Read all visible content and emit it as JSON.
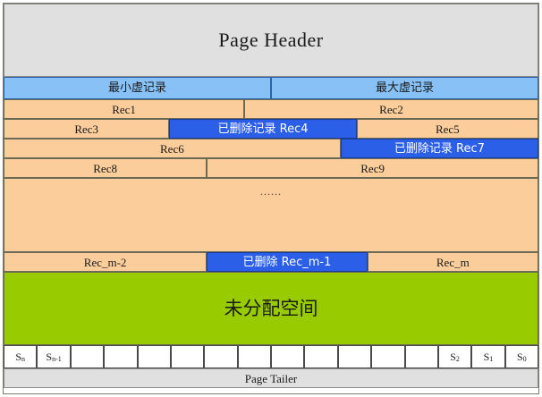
{
  "page": {
    "header_label": "Page Header",
    "tailer_label": "Page Tailer"
  },
  "colors": {
    "header_bg": "#e0e0e0",
    "virtual_record_bg": "#87c1f5",
    "record_bg": "#fbcd9b",
    "deleted_record_bg": "#2b5fe8",
    "free_space_bg": "#99cc00",
    "slot_bg": "#ffffff",
    "border": "#6b6b55"
  },
  "virtual_records": [
    {
      "label": "最小虚记录",
      "width_pct": 50
    },
    {
      "label": "最大虚记录",
      "width_pct": 50
    }
  ],
  "record_rows": [
    {
      "cells": [
        {
          "label": "Rec1",
          "width_pct": 45,
          "deleted": false
        },
        {
          "label": "Rec2",
          "width_pct": 55,
          "deleted": false
        }
      ]
    },
    {
      "cells": [
        {
          "label": "Rec3",
          "width_pct": 31,
          "deleted": false
        },
        {
          "label": "已删除记录 Rec4",
          "width_pct": 35,
          "deleted": true
        },
        {
          "label": "Rec5",
          "width_pct": 34,
          "deleted": false
        }
      ]
    },
    {
      "cells": [
        {
          "label": "Rec6",
          "width_pct": 63,
          "deleted": false
        },
        {
          "label": "已删除记录 Rec7",
          "width_pct": 37,
          "deleted": true
        }
      ]
    },
    {
      "cells": [
        {
          "label": "Rec8",
          "width_pct": 38,
          "deleted": false
        },
        {
          "label": "Rec9",
          "width_pct": 62,
          "deleted": false
        }
      ]
    }
  ],
  "gap": {
    "ellipsis": "......"
  },
  "last_record_row": {
    "cells": [
      {
        "label": "Rec_m-2",
        "width_pct": 38,
        "deleted": false
      },
      {
        "label": "已删除 Rec_m-1",
        "width_pct": 30,
        "deleted": true
      },
      {
        "label": "Rec_m",
        "width_pct": 32,
        "deleted": false
      }
    ]
  },
  "free_space": {
    "label": "未分配空间"
  },
  "slots": [
    {
      "base": "S",
      "sub": "n"
    },
    {
      "base": "S",
      "sub": "n-1"
    },
    {
      "base": "",
      "sub": ""
    },
    {
      "base": "",
      "sub": ""
    },
    {
      "base": "",
      "sub": ""
    },
    {
      "base": "",
      "sub": ""
    },
    {
      "base": "",
      "sub": ""
    },
    {
      "base": "",
      "sub": ""
    },
    {
      "base": "",
      "sub": ""
    },
    {
      "base": "",
      "sub": ""
    },
    {
      "base": "",
      "sub": ""
    },
    {
      "base": "",
      "sub": ""
    },
    {
      "base": "",
      "sub": ""
    },
    {
      "base": "S",
      "sub": "2"
    },
    {
      "base": "S",
      "sub": "1"
    },
    {
      "base": "S",
      "sub": "0"
    }
  ]
}
